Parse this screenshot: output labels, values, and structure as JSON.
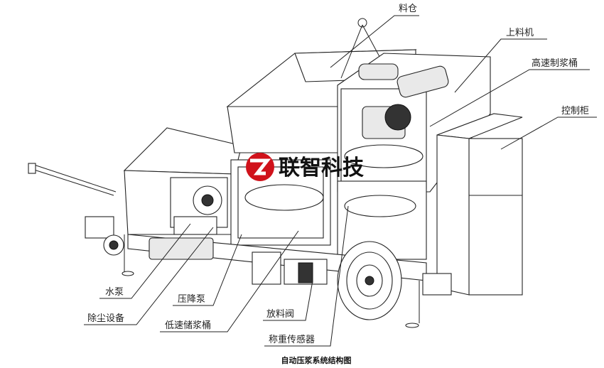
{
  "figure": {
    "caption": "自动压浆系统结构图",
    "logo": {
      "text": "联智科技",
      "color": "#d0121b"
    },
    "labels": {
      "hopper": "料仓",
      "feeder": "上料机",
      "high_speed_mixer": "高速制浆桶",
      "control_cabinet": "控制柜",
      "water_pump": "水泵",
      "grout_pump": "压降泵",
      "dust_removal": "除尘设备",
      "low_speed_tank": "低速储浆桶",
      "discharge_valve": "放料阀",
      "weighing_sensor": "称重传感器"
    }
  }
}
